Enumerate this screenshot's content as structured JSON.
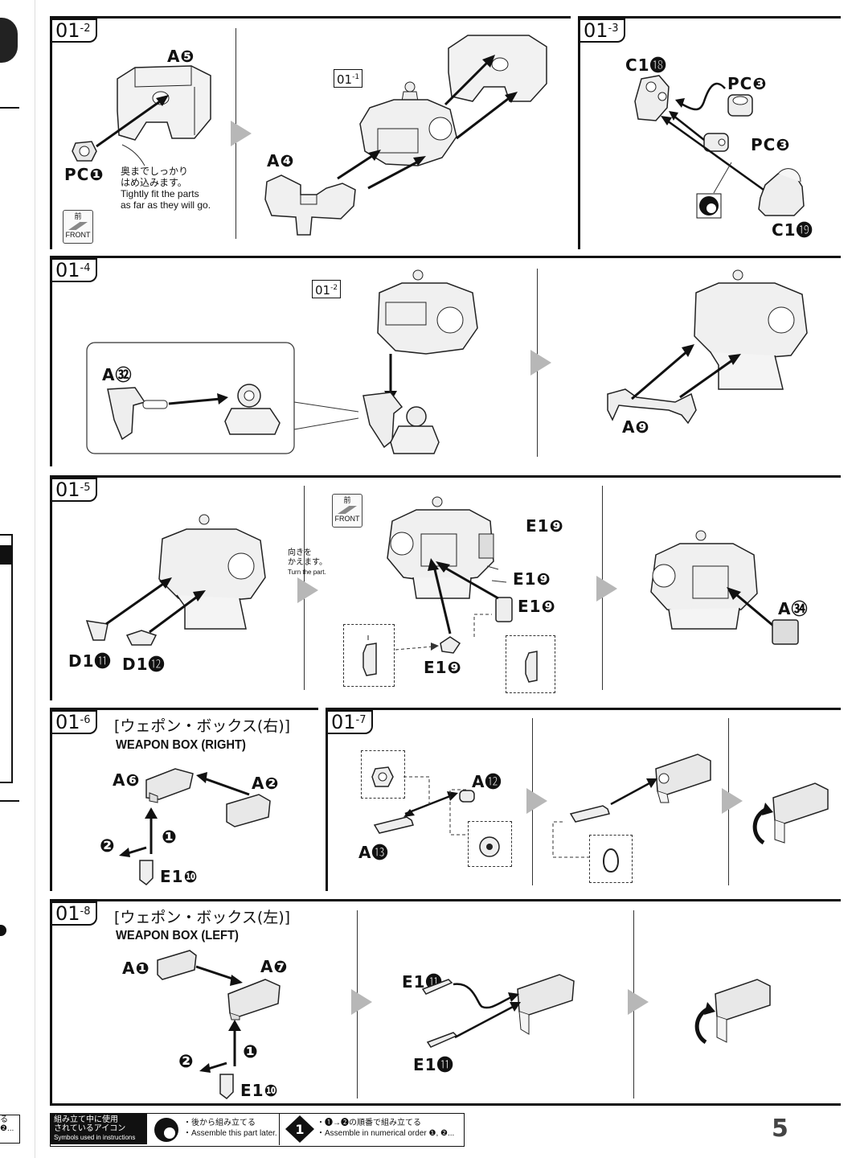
{
  "page": {
    "number": "5"
  },
  "steps": {
    "s1_2": {
      "label": "01",
      "sub": "-2",
      "ref": "01",
      "ref_sub": "-1",
      "note_jp_1": "奥までしっかり",
      "note_jp_2": "はめ込みます。",
      "note_en_1": "Tightly fit the parts",
      "note_en_2": "as far as they will go.",
      "parts": {
        "a5": "A❺",
        "pc1": "PC❶",
        "a4": "A❹"
      }
    },
    "s1_3": {
      "label": "01",
      "sub": "-3",
      "parts": {
        "c18": "C1⓲",
        "pc3a": "PC❸",
        "pc3b": "PC❸",
        "c19": "C1⓳"
      }
    },
    "s1_4": {
      "label": "01",
      "sub": "-4",
      "ref": "01",
      "ref_sub": "-2",
      "parts": {
        "a32": "A㉜",
        "a9": "A❾"
      }
    },
    "s1_5": {
      "label": "01",
      "sub": "-5",
      "turn_jp_1": "向きを",
      "turn_jp_2": "かえます。",
      "turn_en": "Turn the part.",
      "parts": {
        "d11": "D1⓫",
        "d12": "D1⓬",
        "e9a": "E1❾",
        "e9b": "E1❾",
        "e9c": "E1❾",
        "e9d": "E1❾",
        "a34": "A㉞"
      }
    },
    "s1_6": {
      "label": "01",
      "sub": "-6",
      "title_jp": "[ウェポン・ボックス(右)]",
      "title_en": "WEAPON BOX (RIGHT)",
      "parts": {
        "a6": "A❻",
        "a2": "A❷",
        "e10": "E1❿"
      }
    },
    "s1_7": {
      "label": "01",
      "sub": "-7",
      "parts": {
        "a12": "A⓬",
        "a13": "A⓭"
      }
    },
    "s1_8": {
      "label": "01",
      "sub": "-8",
      "title_jp": "[ウェポン・ボックス(左)]",
      "title_en": "WEAPON BOX (LEFT)",
      "parts": {
        "a1": "A❶",
        "a7": "A❼",
        "e10": "E1❿",
        "e11a": "E1⓫",
        "e11b": "E1⓫"
      }
    }
  },
  "front_icon": {
    "jp": "前",
    "en": "FRONT"
  },
  "order_markers": {
    "one": "❶",
    "two": "❷"
  },
  "legend": {
    "title_jp_1": "組み立て中に使用",
    "title_jp_2": "されているアイコン",
    "title_en": "Symbols used in instructions",
    "later_jp": "・後から組み立てる",
    "later_en": "・Assemble this part later.",
    "order_jp": "・❶→❷の順番で組み立てる",
    "order_en": "・Assemble in numerical order ❶, ❷..."
  },
  "left_margin": {
    "snippet_1": "る",
    "snippet_2": "❷..."
  }
}
